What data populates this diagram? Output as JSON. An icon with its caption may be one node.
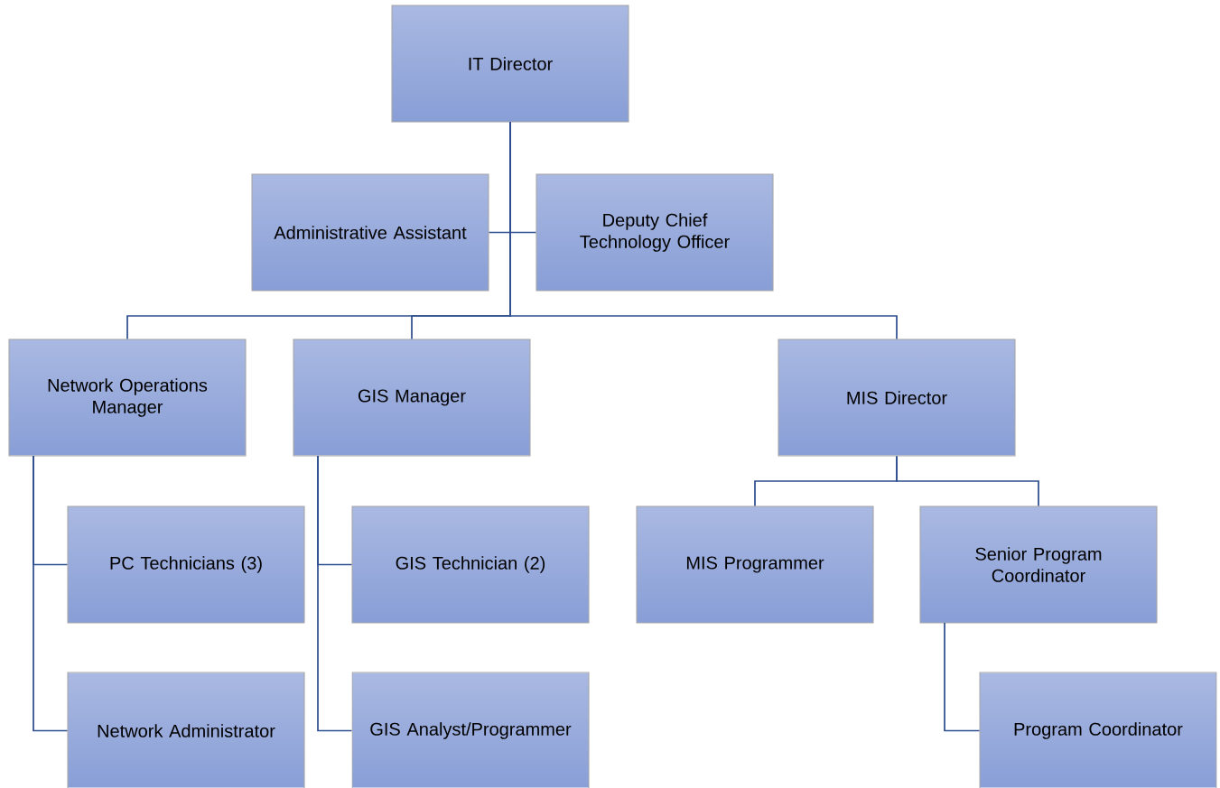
{
  "diagram": {
    "nodes": [
      {
        "text": [
          "IT Director"
        ]
      },
      {
        "text": [
          "Administrative Assistant"
        ]
      },
      {
        "text": [
          "Deputy Chief Technology Officer"
        ]
      },
      {
        "text": [
          "Network Operations Manager"
        ]
      },
      {
        "text": [
          "GIS Manager"
        ]
      },
      {
        "text": [
          "MIS Director"
        ]
      },
      {
        "text": [
          "PC Technicians (3)"
        ]
      },
      {
        "text": [
          "Network Administrator"
        ]
      },
      {
        "text": [
          "GIS Technician (2)"
        ]
      },
      {
        "text": [
          "GIS Analyst/Programmer"
        ]
      },
      {
        "text": [
          "MIS Programmer"
        ]
      },
      {
        "text": [
          "Senior Program Coordinator"
        ]
      },
      {
        "text": [
          "Program Coordinator"
        ]
      }
    ],
    "edges": [
      {
        "from": 0,
        "to": 1,
        "arrow": "none"
      },
      {
        "from": 0,
        "to": 2,
        "arrow": "none"
      },
      {
        "from": 0,
        "to": 3,
        "arrow": "none"
      },
      {
        "from": 0,
        "to": 4,
        "arrow": "none"
      },
      {
        "from": 0,
        "to": 5,
        "arrow": "none"
      },
      {
        "from": 3,
        "to": 6,
        "arrow": "none"
      },
      {
        "from": 3,
        "to": 7,
        "arrow": "none"
      },
      {
        "from": 4,
        "to": 8,
        "arrow": "none"
      },
      {
        "from": 4,
        "to": 9,
        "arrow": "none"
      },
      {
        "from": 5,
        "to": 10,
        "arrow": "none"
      },
      {
        "from": 5,
        "to": 11,
        "arrow": "none"
      },
      {
        "from": 11,
        "to": 12,
        "arrow": "none"
      }
    ]
  }
}
